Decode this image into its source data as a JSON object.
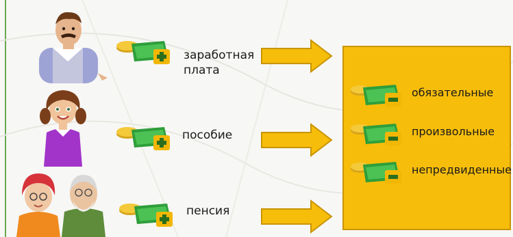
{
  "incomes": [
    {
      "label_line1": "заработная",
      "label_line2": "плата",
      "person": "worker-man"
    },
    {
      "label_line1": "пособие",
      "person": "girl"
    },
    {
      "label_line1": "пенсия",
      "person": "grandparents"
    }
  ],
  "expenses": [
    {
      "label": "обязательные"
    },
    {
      "label": "произвольные"
    },
    {
      "label": "непредвиденные"
    }
  ],
  "icons": {
    "income": "money-plus-icon",
    "expense": "money-minus-icon",
    "arrow": "right-arrow-icon"
  },
  "colors": {
    "budget_box": "#f6bd0b",
    "arrow_fill": "#f6bd0b",
    "money_green": "#2e9e3a",
    "plus_badge": "#f2b705"
  }
}
